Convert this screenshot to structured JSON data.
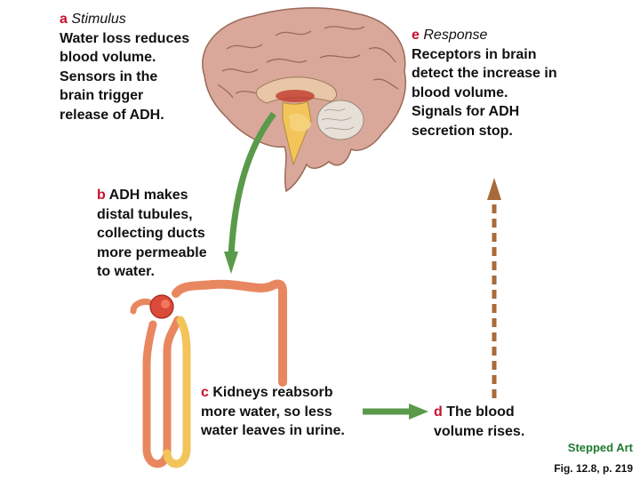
{
  "captions": {
    "a": {
      "letter": "a",
      "title": "Stimulus",
      "lines": [
        "Water loss reduces",
        "blood volume.",
        "Sensors in the",
        "brain trigger",
        "release of ADH."
      ]
    },
    "e": {
      "letter": "e",
      "title": "Response",
      "lines": [
        "Receptors in brain",
        "detect the increase in",
        "blood volume.",
        "Signals for ADH",
        "secretion stop."
      ]
    },
    "b": {
      "letter": "b",
      "lines": [
        "ADH makes",
        "distal tubules,",
        "collecting ducts",
        "more permeable",
        "to water."
      ]
    },
    "c": {
      "letter": "c",
      "lines": [
        "Kidneys reabsorb",
        "more water, so less",
        "water leaves in urine."
      ]
    },
    "d": {
      "letter": "d",
      "lines": [
        "The blood",
        "volume rises."
      ]
    }
  },
  "footer": {
    "stepped": "Stepped Art",
    "figure": "Fig. 12.8, p. 219"
  },
  "colors": {
    "letter": "#c8102e",
    "green_arrow": "#5a9a4a",
    "dashed_arrow": "#a86a3a",
    "nephron": "#e8875f",
    "collecting_duct": "#f2c45a",
    "brain": "#d9a89a"
  }
}
